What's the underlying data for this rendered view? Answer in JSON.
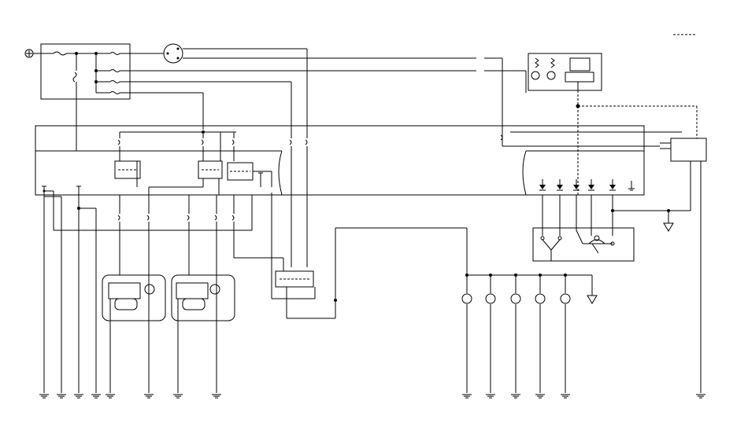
{
  "diagram": {
    "type": "wiring-schematic",
    "line_color": "#000000",
    "background": "#ffffff",
    "legend_sample": "dashed-line",
    "components": {
      "battery": "battery-symbol",
      "fuse_box": "fuse-box",
      "ignition_switch": "ignition-switch",
      "main_connector_block": "junction-block",
      "relays": [
        "relay-1",
        "relay-2",
        "relay-3",
        "relay-4"
      ],
      "headlight_units": [
        "headlight-left",
        "headlight-right"
      ],
      "indicator_lamps": [
        "lamp-1",
        "lamp-2",
        "lamp-3",
        "lamp-4",
        "lamp-5"
      ],
      "diode_array": [
        "diode-1",
        "diode-2",
        "diode-3",
        "diode-4",
        "diode-5"
      ],
      "control_unit": "control-module",
      "dashboard_unit": "instrument-unit",
      "selector_switch": "selector-switch",
      "grounds_count": 14
    }
  }
}
